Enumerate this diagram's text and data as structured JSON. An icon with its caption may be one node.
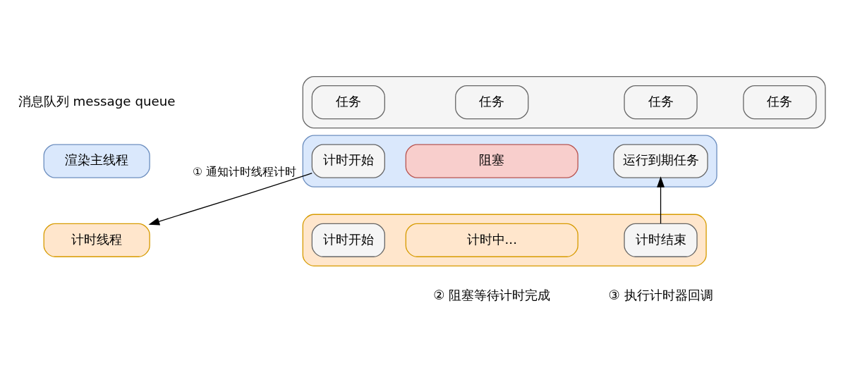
{
  "diagram": {
    "nodes": [
      {
        "text": [
          "渲染主线程"
        ]
      },
      {
        "text": [],
        "shape": "box"
      },
      {
        "text": [
          "计时开始"
        ],
        "in": 1
      },
      {
        "text": [
          "阻塞"
        ],
        "in": 1
      },
      {
        "text": [
          "运行到期任务"
        ],
        "in": 1
      },
      {
        "text": [],
        "shape": "box"
      },
      {
        "text": [
          "任务"
        ],
        "in": 5
      },
      {
        "text": [
          "任务"
        ],
        "in": 5
      },
      {
        "text": [
          "任务"
        ],
        "in": 5
      },
      {
        "text": [
          "任务"
        ],
        "in": 5
      },
      {
        "text": [
          "计时线程"
        ]
      },
      {
        "text": [],
        "shape": "box"
      },
      {
        "text": [
          "计时开始"
        ],
        "in": 11
      },
      {
        "text": [
          "计时中..."
        ],
        "in": 11
      },
      {
        "text": [
          "计时结束"
        ],
        "in": 11
      }
    ],
    "edges": [
      {
        "from": 2,
        "to": 10,
        "arrow": "to",
        "label": "① 通知计时线程计时"
      },
      {
        "from": 14,
        "to": 4,
        "arrow": "to"
      }
    ],
    "labels": [
      "② 阻塞等待计时完成",
      "③ 执行计时器回调",
      "消息队列 message queue"
    ]
  }
}
